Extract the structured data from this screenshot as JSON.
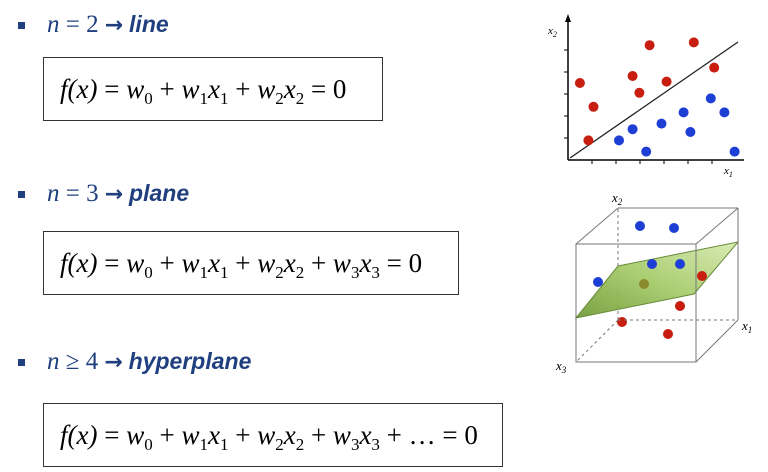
{
  "accent": "#1f3f7f",
  "cases": [
    {
      "lhs": "n",
      "rel": "= 2",
      "word": "line"
    },
    {
      "lhs": "n",
      "rel": "= 3",
      "word": "plane"
    },
    {
      "lhs": "n",
      "rel": "≥ 4",
      "word": "hyperplane"
    }
  ],
  "formulas": [
    {
      "f": "f(x)",
      "eq": "= ",
      "terms": [
        "w|0",
        " + ",
        "w|1",
        "x|1",
        " + ",
        "w|2",
        "x|2",
        " = 0"
      ]
    },
    {
      "f": "f(x)",
      "eq": "= ",
      "terms": [
        "w|0",
        " + ",
        "w|1",
        "x|1",
        " + ",
        "w|2",
        "x|2",
        " + ",
        "w|3",
        "x|3",
        " = 0"
      ]
    },
    {
      "f": "f(x)",
      "eq": "= ",
      "terms": [
        "w|0",
        " + ",
        "w|1",
        "x|1",
        " + ",
        "w|2",
        "x|2",
        " + ",
        "w|3",
        "x|3",
        " + … = 0"
      ]
    }
  ],
  "plot2d": {
    "axis_x": "x",
    "axis_x_sub": "1",
    "axis_y": "x",
    "axis_y_sub": "2",
    "red": [
      [
        0.07,
        0.55
      ],
      [
        0.15,
        0.38
      ],
      [
        0.12,
        0.14
      ],
      [
        0.38,
        0.6
      ],
      [
        0.48,
        0.82
      ],
      [
        0.58,
        0.56
      ],
      [
        0.74,
        0.84
      ],
      [
        0.86,
        0.66
      ],
      [
        0.42,
        0.48
      ]
    ],
    "blue": [
      [
        0.3,
        0.14
      ],
      [
        0.38,
        0.22
      ],
      [
        0.46,
        0.06
      ],
      [
        0.55,
        0.26
      ],
      [
        0.68,
        0.34
      ],
      [
        0.72,
        0.2
      ],
      [
        0.84,
        0.44
      ],
      [
        0.92,
        0.34
      ],
      [
        0.98,
        0.06
      ]
    ],
    "red_color": "#c81e0f",
    "blue_color": "#1e3fd6"
  },
  "plot3d": {
    "axis_x": "x",
    "axis_x_sub": "1",
    "axis_y": "x",
    "axis_y_sub": "2",
    "axis_z": "x",
    "axis_z_sub": "3",
    "plane_color": "#8fbc4f"
  }
}
